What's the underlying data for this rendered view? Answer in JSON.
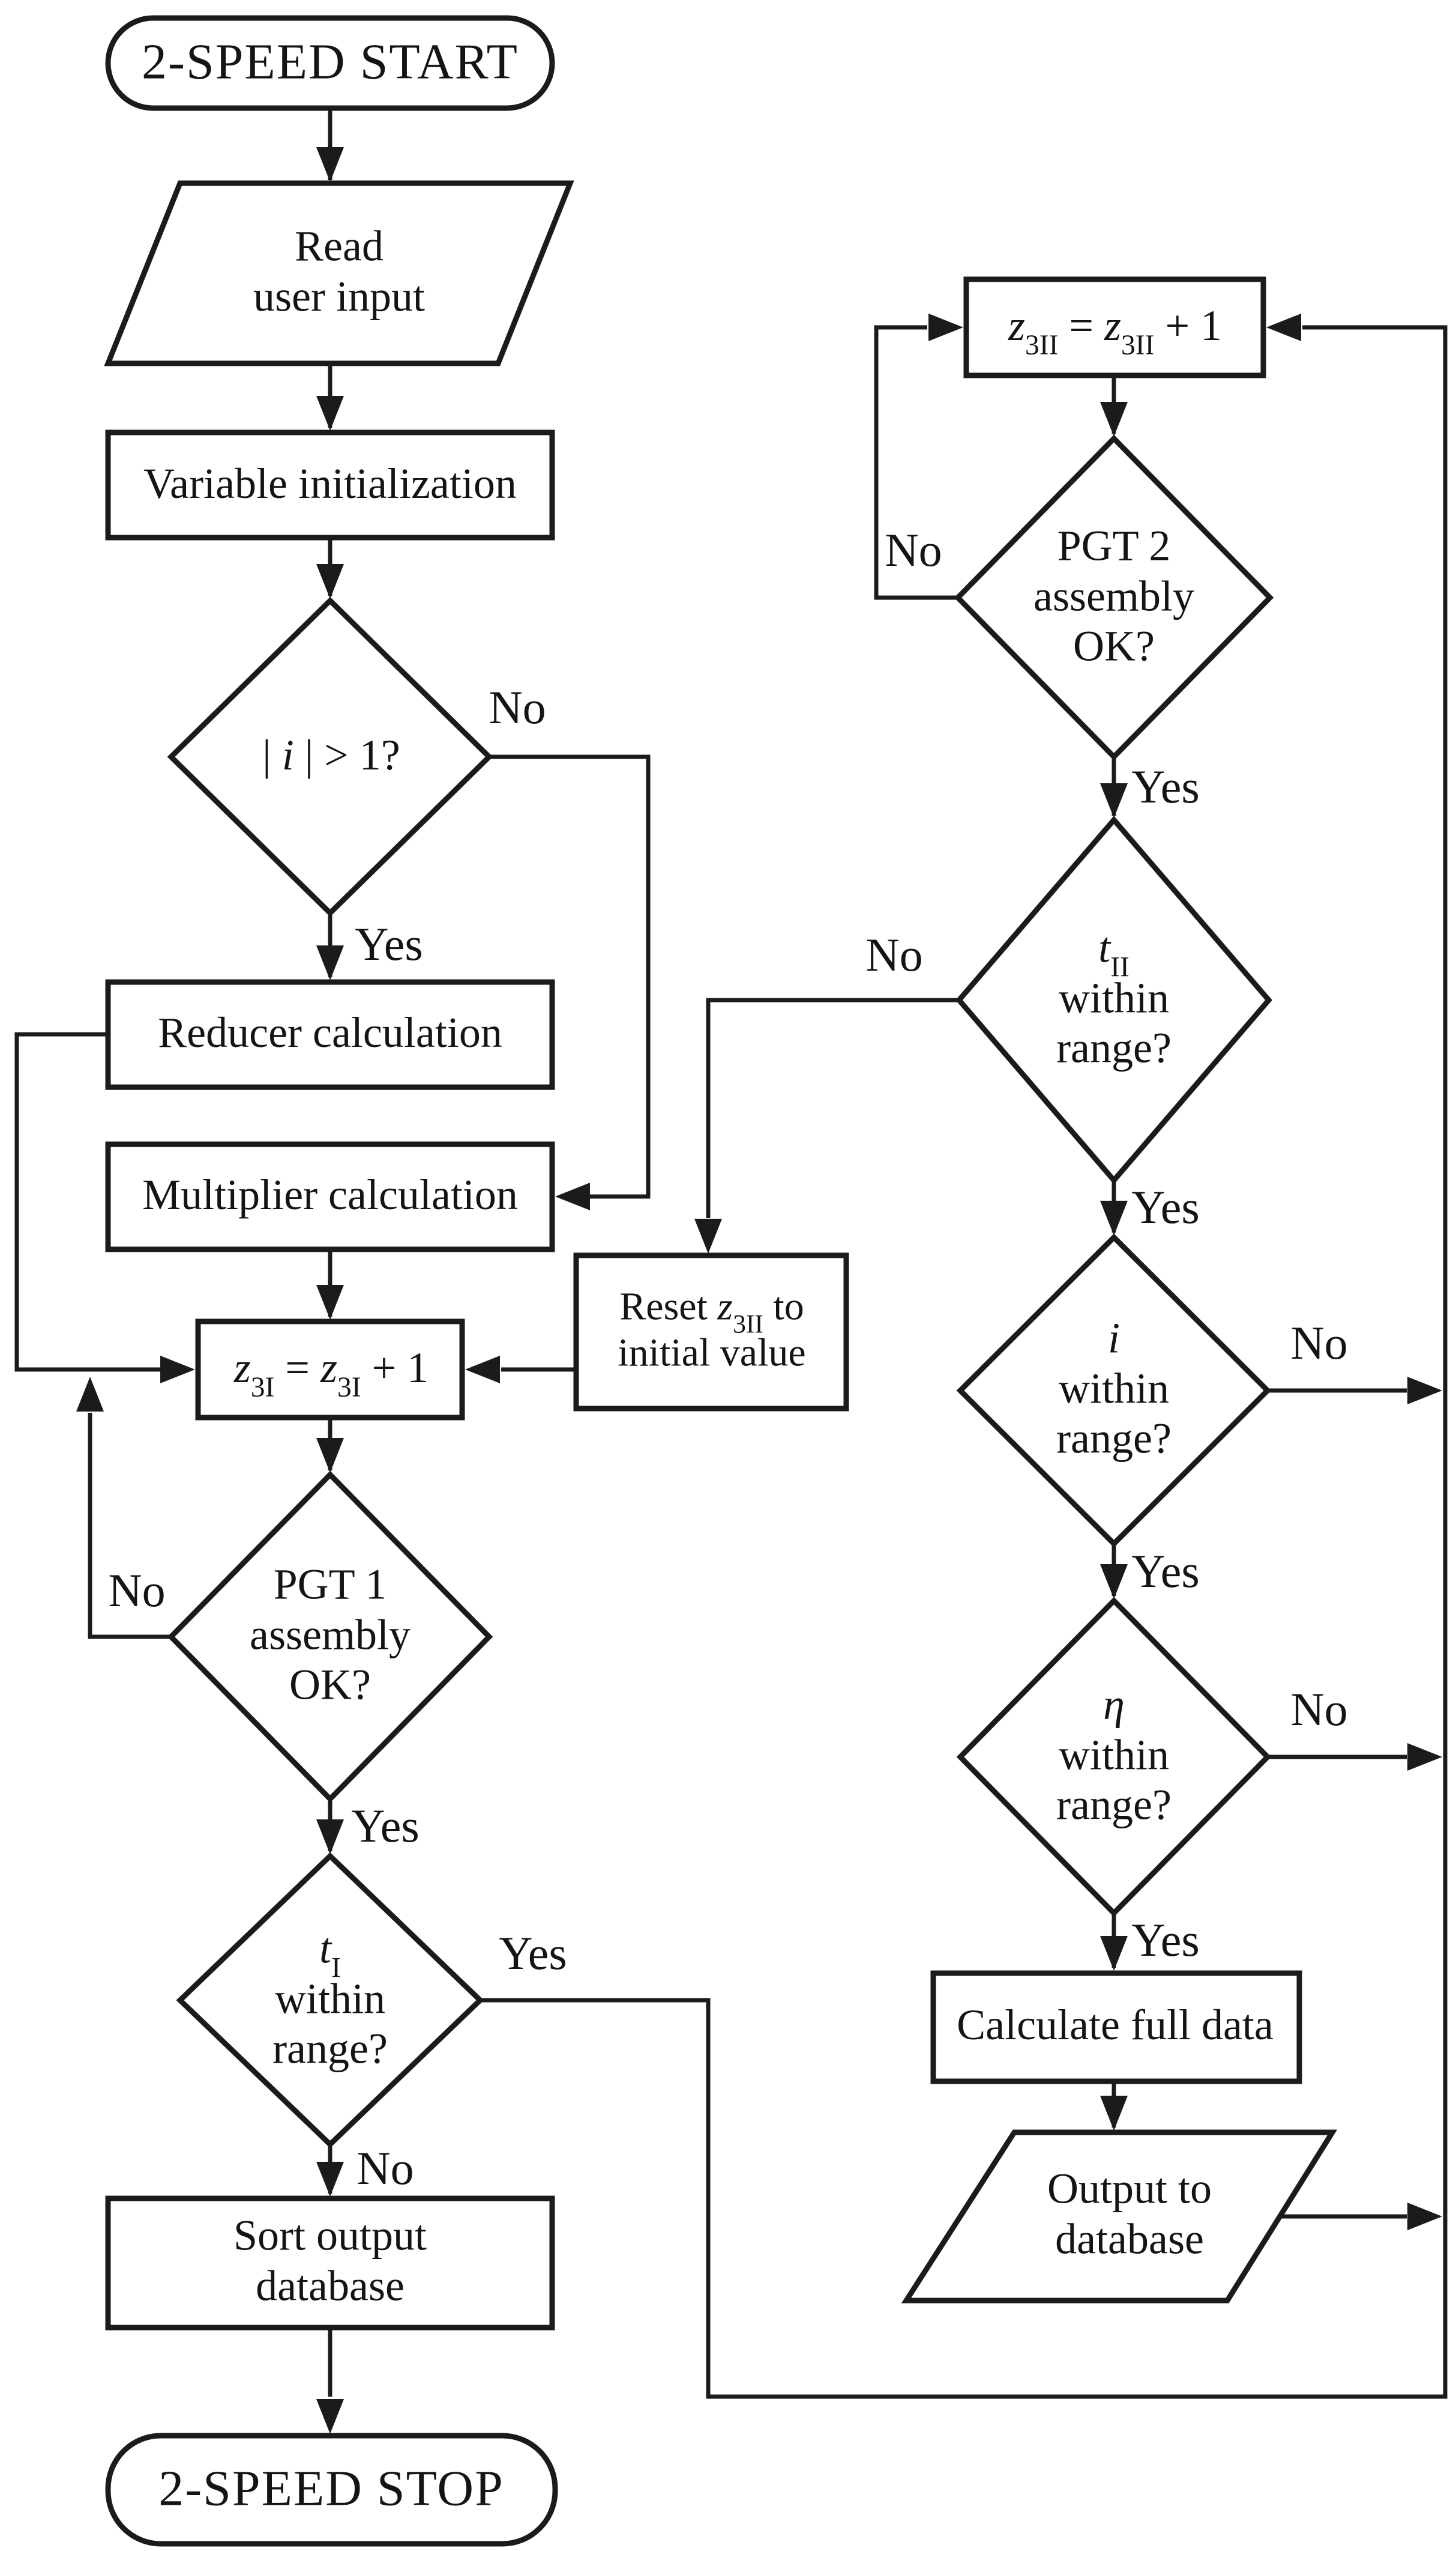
{
  "diagram_title": "2-speed gearbox search algorithm flowchart",
  "colors": {
    "background": "#ffffff",
    "stroke": "#1b1b1b",
    "text": "#141414"
  },
  "nodes": {
    "start": {
      "type": "terminator",
      "label": "2-SPEED START"
    },
    "read_input": {
      "type": "io",
      "label": "Read\nuser input"
    },
    "var_init": {
      "type": "process",
      "label": "Variable initialization"
    },
    "abs_i": {
      "type": "decision",
      "label": "| *{i} | > 1?"
    },
    "reducer": {
      "type": "process",
      "label": "Reducer calculation"
    },
    "multiplier": {
      "type": "process",
      "label": "Multiplier calculation"
    },
    "z3i": {
      "type": "process",
      "label": "*{z}_{3I} = *{z}_{3I} + 1"
    },
    "reset_z3ii": {
      "type": "process",
      "label": "Reset *{z}_{3II} to\ninitial value"
    },
    "pgt1": {
      "type": "decision",
      "label": "PGT 1\nassembly\nOK?"
    },
    "ti": {
      "type": "decision",
      "label": "*{t}_{I}\nwithin\nrange?"
    },
    "sort": {
      "type": "process",
      "label": "Sort output\ndatabase"
    },
    "stop": {
      "type": "terminator",
      "label": "2-SPEED STOP"
    },
    "z3ii": {
      "type": "process",
      "label": "*{z}_{3II} = *{z}_{3II} + 1"
    },
    "pgt2": {
      "type": "decision",
      "label": "PGT 2\nassembly\nOK?"
    },
    "tii": {
      "type": "decision",
      "label": "*{t}_{II}\nwithin\nrange?"
    },
    "i_range": {
      "type": "decision",
      "label": "*{i}\nwithin\nrange?"
    },
    "eta_range": {
      "type": "decision",
      "label": "*{η}\nwithin\nrange?"
    },
    "calc": {
      "type": "process",
      "label": "Calculate full data"
    },
    "output": {
      "type": "io",
      "label": "Output to\ndatabase"
    }
  },
  "edges": [
    {
      "from": "start",
      "to": "read_input",
      "label": ""
    },
    {
      "from": "read_input",
      "to": "var_init",
      "label": ""
    },
    {
      "from": "var_init",
      "to": "abs_i",
      "label": ""
    },
    {
      "from": "abs_i",
      "to": "reducer",
      "label": "Yes"
    },
    {
      "from": "abs_i",
      "to": "multiplier",
      "label": "No"
    },
    {
      "from": "reducer",
      "to": "z3i",
      "label": ""
    },
    {
      "from": "multiplier",
      "to": "z3i",
      "label": ""
    },
    {
      "from": "reset_z3ii",
      "to": "z3i",
      "label": ""
    },
    {
      "from": "z3i",
      "to": "pgt1",
      "label": ""
    },
    {
      "from": "pgt1",
      "to": "z3i",
      "label": "No"
    },
    {
      "from": "pgt1",
      "to": "ti",
      "label": "Yes"
    },
    {
      "from": "ti",
      "to": "sort",
      "label": "No"
    },
    {
      "from": "ti",
      "to": "z3ii",
      "label": "Yes"
    },
    {
      "from": "sort",
      "to": "stop",
      "label": ""
    },
    {
      "from": "z3ii",
      "to": "pgt2",
      "label": ""
    },
    {
      "from": "pgt2",
      "to": "z3ii",
      "label": "No"
    },
    {
      "from": "pgt2",
      "to": "tii",
      "label": "Yes"
    },
    {
      "from": "tii",
      "to": "reset_z3ii",
      "label": "No"
    },
    {
      "from": "tii",
      "to": "i_range",
      "label": "Yes"
    },
    {
      "from": "i_range",
      "to": "z3ii",
      "label": "No"
    },
    {
      "from": "i_range",
      "to": "eta_range",
      "label": "Yes"
    },
    {
      "from": "eta_range",
      "to": "z3ii",
      "label": "No"
    },
    {
      "from": "eta_range",
      "to": "calc",
      "label": "Yes"
    },
    {
      "from": "calc",
      "to": "output",
      "label": ""
    },
    {
      "from": "output",
      "to": "z3ii",
      "label": ""
    }
  ]
}
